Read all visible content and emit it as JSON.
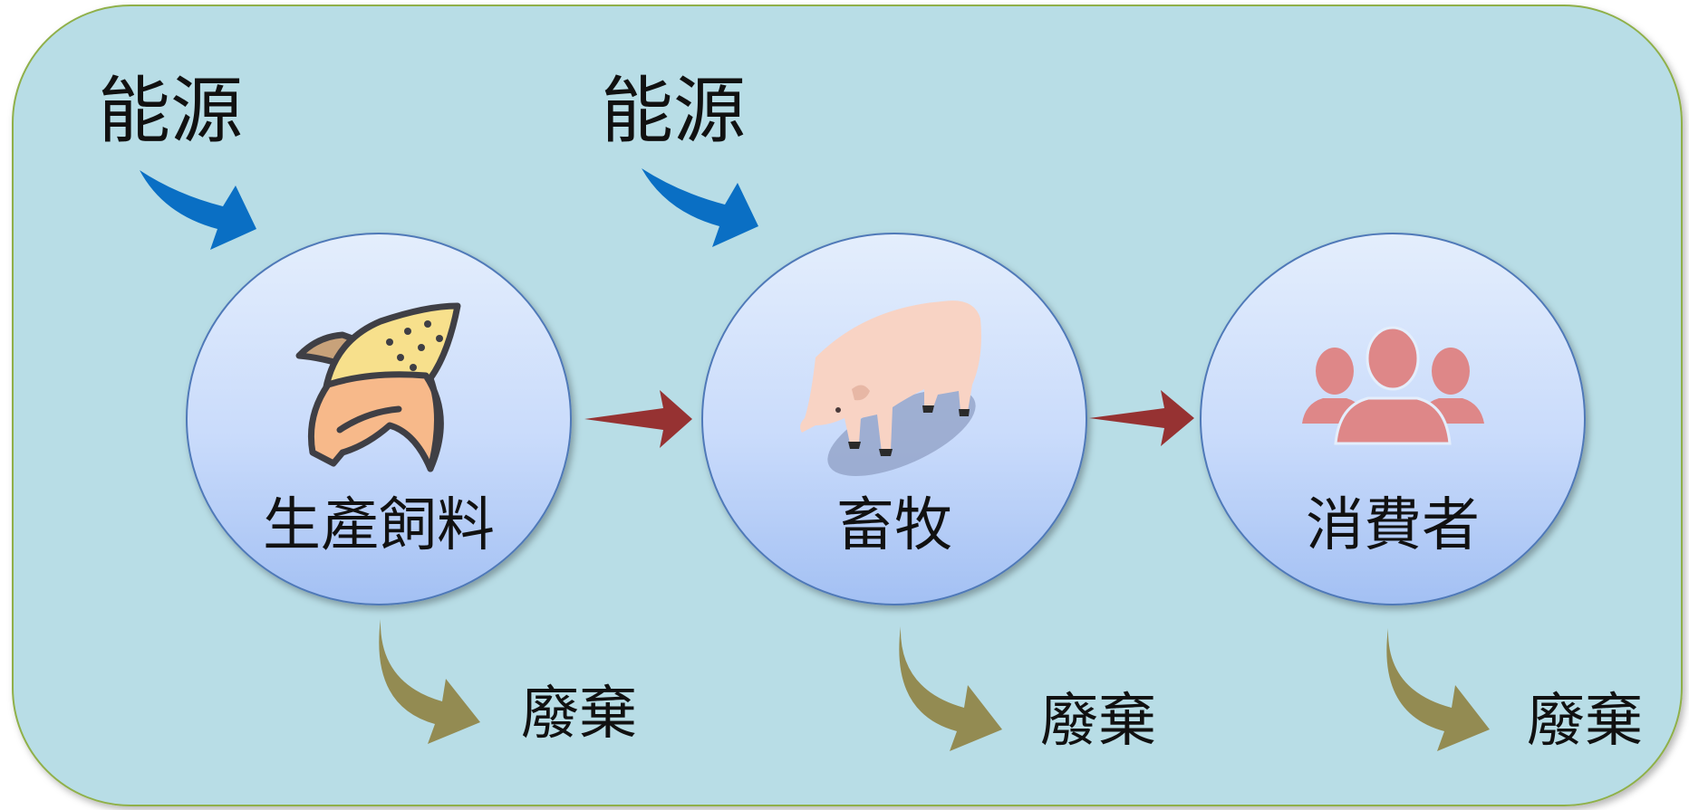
{
  "colors": {
    "panel_fill": "#b8dde6",
    "panel_stroke": "#8fb04a",
    "energy_arrow": "#0a6fc4",
    "flow_arrow": "#963232",
    "waste_arrow": "#938b52",
    "node_stroke": "#4f79b8"
  },
  "energy": [
    {
      "label": "能源",
      "icon": "blue-curved-arrow-icon"
    },
    {
      "label": "能源",
      "icon": "blue-curved-arrow-icon"
    }
  ],
  "nodes": [
    {
      "label": "生產飼料",
      "icon": "corn-cob-icon"
    },
    {
      "label": "畜牧",
      "icon": "pig-icon"
    },
    {
      "label": "消費者",
      "icon": "people-group-icon"
    }
  ],
  "waste": [
    {
      "label": "廢棄",
      "icon": "olive-curved-arrow-icon"
    },
    {
      "label": "廢棄",
      "icon": "olive-curved-arrow-icon"
    },
    {
      "label": "廢棄",
      "icon": "olive-curved-arrow-icon"
    }
  ]
}
